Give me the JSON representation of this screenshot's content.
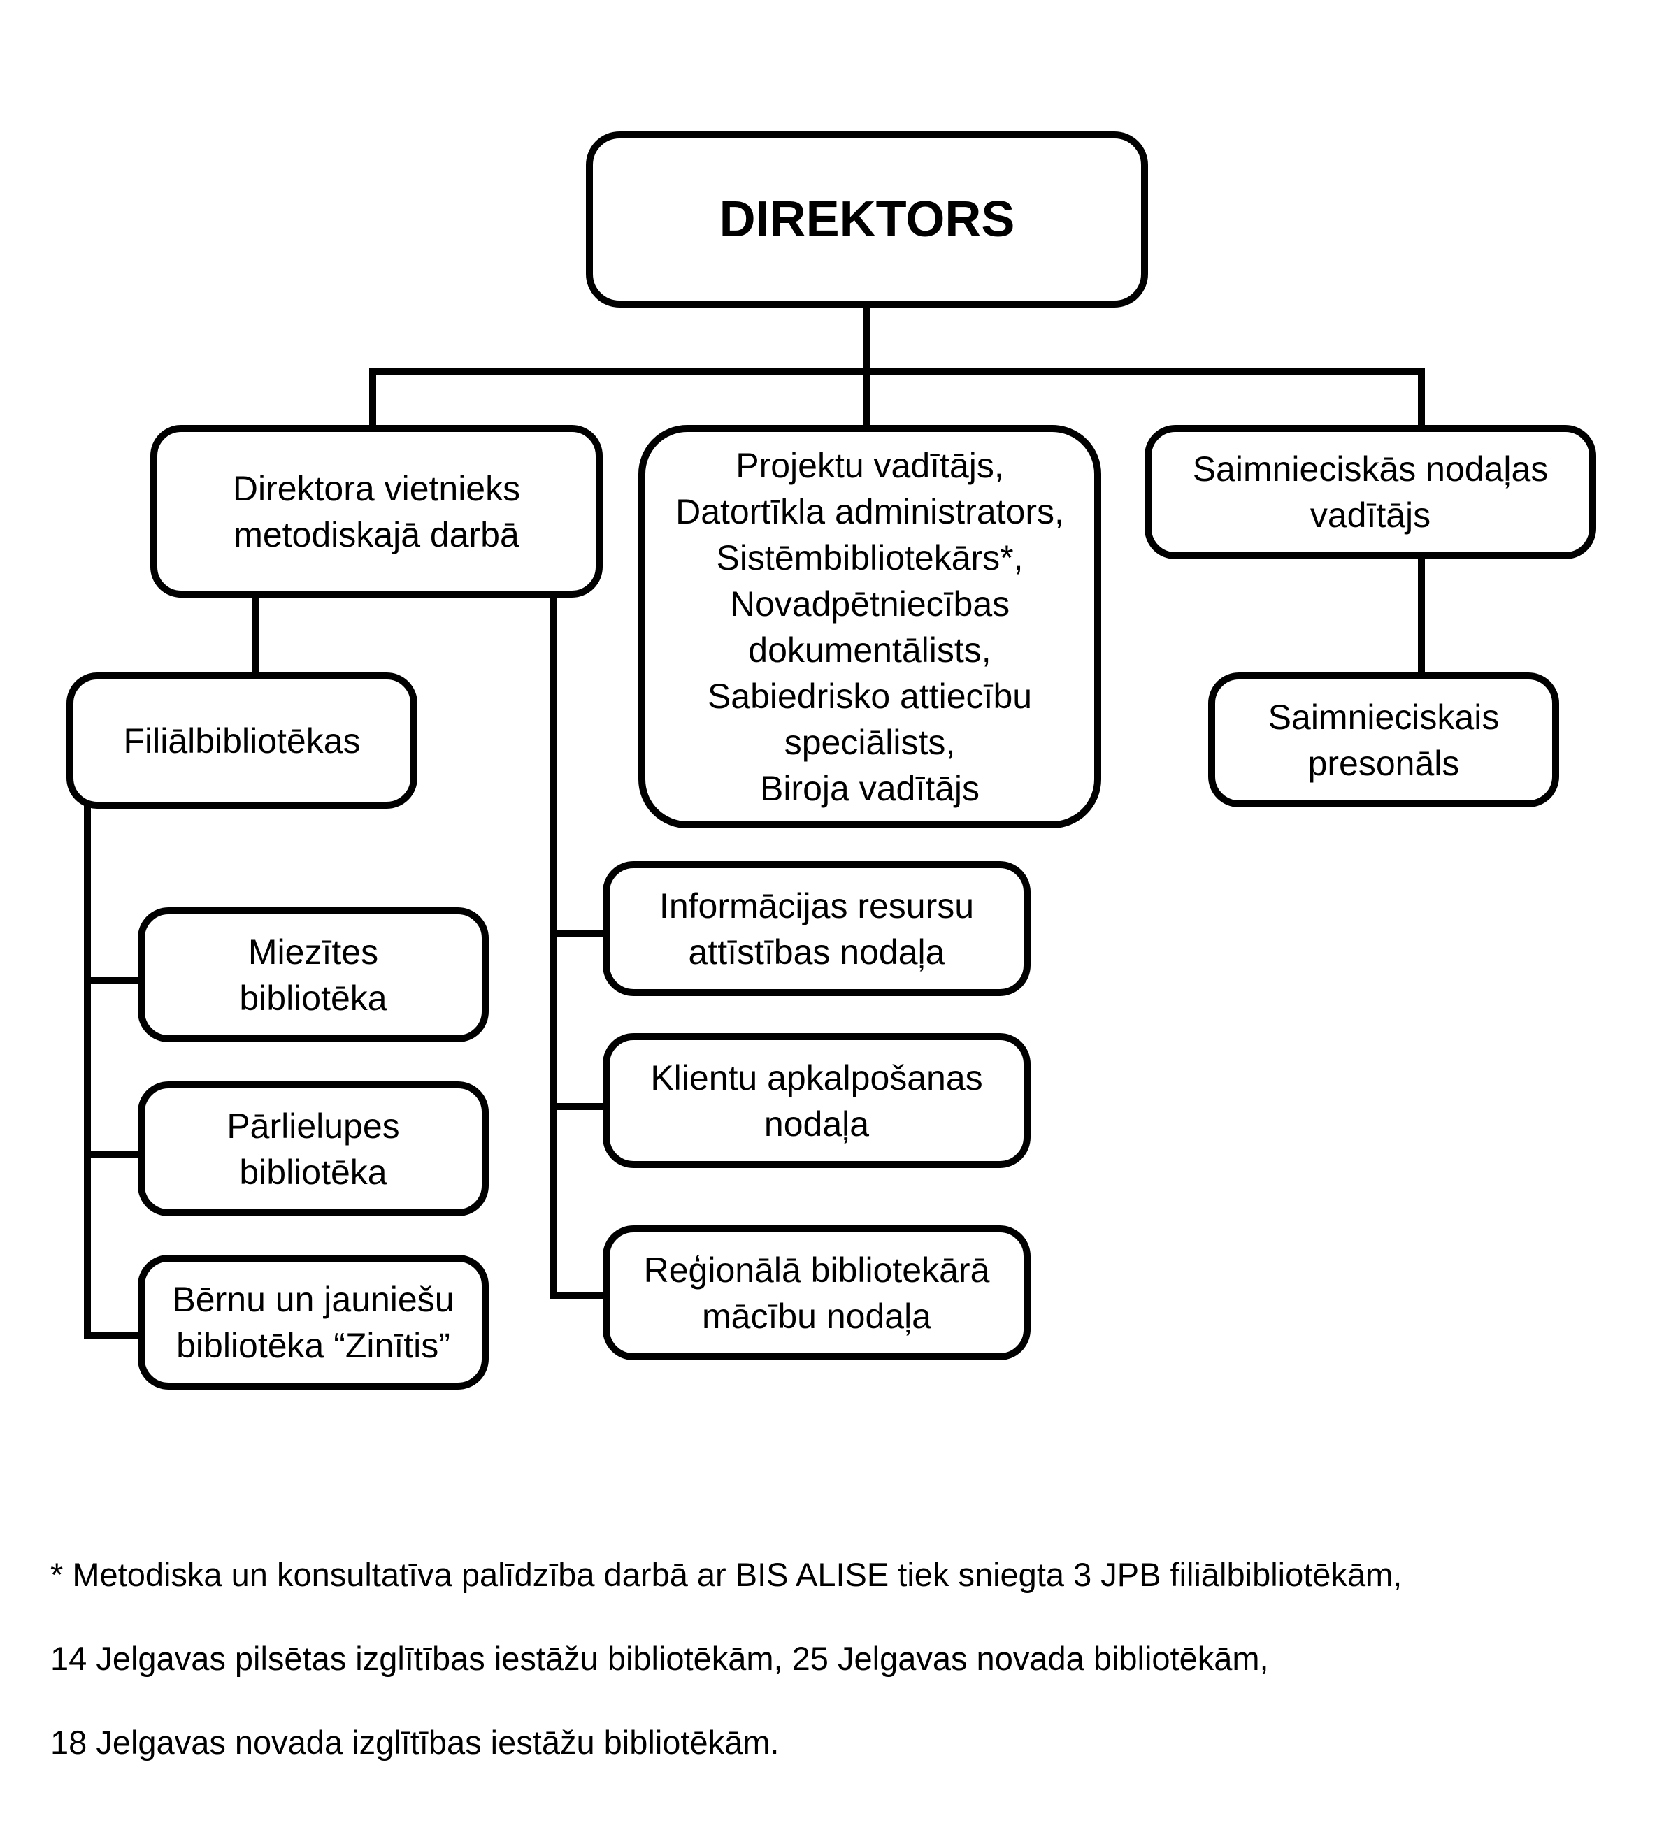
{
  "chart_title": "Organizational structure",
  "nodes": {
    "director": "DIREKTORS",
    "deputy_director": "Direktora vietnieks\nmetodiskajā darbā",
    "center_staff": "Projektu vadītājs,\nDatortīkla administrators,\nSistēmbibliotekārs*,\nNovadpētniecības\ndokumentālists,\nSabiedrisko attiecību\nspeciālists,\nBiroja vadītājs",
    "facilities_head": "Saimnieciskās nodaļas\nvadītājs",
    "facilities_staff": "Saimnieciskais\npresonāls",
    "branch_libraries": "Filiālbibliotēkas",
    "branches": [
      "Miezītes\nbibliotēka",
      "Pārlielupes\nbibliotēka",
      "Bērnu un jauniešu\nbibliotēka “Zinītis”"
    ],
    "departments": [
      "Informācijas resursu\nattīstības nodaļa",
      "Klientu apkalpošanas\nnodaļa",
      "Reģionālā bibliotekārā\nmācību nodaļa"
    ]
  },
  "footnote": {
    "lines": [
      "* Metodiska un konsultatīva palīdzība darbā ar BIS ALISE tiek sniegta 3 JPB filiālbibliotēkām,",
      "14 Jelgavas pilsētas izglītības iestāžu bibliotēkām, 25 Jelgavas novada bibliotēkām,",
      "18 Jelgavas novada izglītības iestāžu bibliotēkām."
    ]
  },
  "colors": {
    "stroke": "#000000",
    "background": "#ffffff",
    "text": "#000000"
  }
}
